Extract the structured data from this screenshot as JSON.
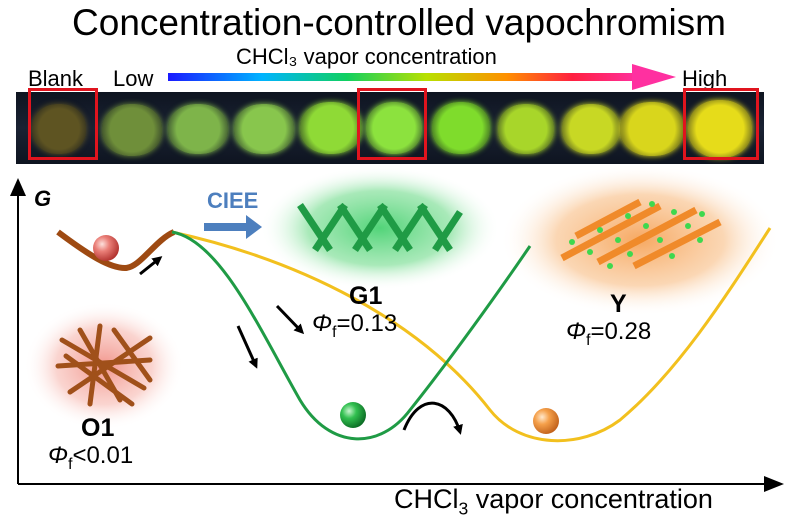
{
  "title": "Concentration-controlled vapochromism",
  "strip": {
    "vapor_label": "CHCl₃ vapor concentration",
    "blank_label": "Blank",
    "low_label": "Low",
    "high_label": "High",
    "sample_colors": [
      "#5e5422",
      "#6f8f3a",
      "#7eb44a",
      "#88c64d",
      "#8fda36",
      "#8ce23e",
      "#7fdc2c",
      "#a8d62a",
      "#c8d824",
      "#d9d61c",
      "#e6dc1a"
    ]
  },
  "diagram": {
    "y_axis_label": "G",
    "x_axis_label_main": "CHCl",
    "x_axis_label_sub": "3",
    "x_axis_label_rest": " vapor concentration",
    "process_label": "CIEE",
    "states": {
      "o1": {
        "name": "O1",
        "phi_symbol": "Φ",
        "phi_sub": "f",
        "phi_value": "<0.01"
      },
      "g1": {
        "name": "G1",
        "phi_symbol": "Φ",
        "phi_sub": "f",
        "phi_value": "=0.13"
      },
      "y": {
        "name": "Y",
        "phi_symbol": "Φ",
        "phi_sub": "f",
        "phi_value": "=0.28"
      }
    },
    "colors": {
      "o1_curve": "#9e4a12",
      "g1_curve": "#1f9b45",
      "y_curve": "#f2c01e",
      "ciee_arrow": "#4d7fbe",
      "highlight_box": "#e0141e"
    }
  }
}
